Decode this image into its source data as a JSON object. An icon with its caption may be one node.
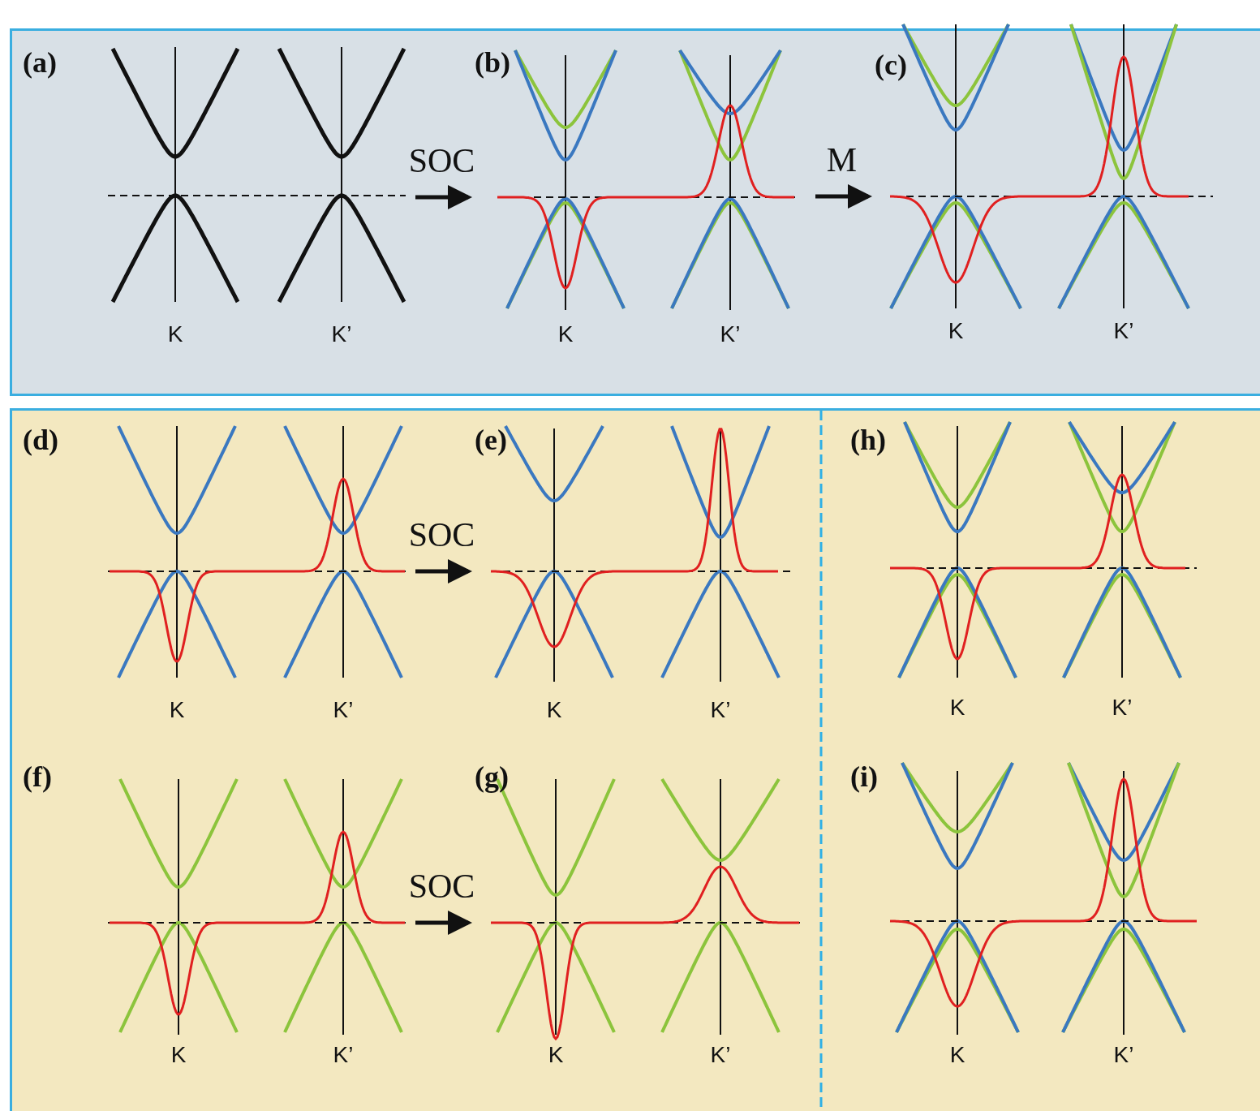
{
  "diagram": {
    "nodes": [
      {
        "text": [
          "(a)",
          "K",
          "K’"
        ]
      },
      {
        "text": [
          "(b)",
          "K",
          "K’"
        ]
      },
      {
        "text": [
          "(c)",
          "K",
          "K’"
        ]
      },
      {
        "text": [
          "(d)",
          "K",
          "K’"
        ]
      },
      {
        "text": [
          "(e)",
          "K",
          "K’"
        ]
      },
      {
        "text": [
          "(h)",
          "K",
          "K’"
        ]
      },
      {
        "text": [
          "(f)",
          "K",
          "K’"
        ]
      },
      {
        "text": [
          "(g)",
          "K",
          "K’"
        ]
      },
      {
        "text": [
          "(i)",
          "K",
          "K’"
        ]
      }
    ],
    "edges": [
      {
        "from": 0,
        "to": 1,
        "arrow": "to",
        "label": "SOC"
      },
      {
        "from": 1,
        "to": 2,
        "arrow": "to",
        "label": "M"
      },
      {
        "from": 3,
        "to": 4,
        "arrow": "to",
        "label": "SOC"
      },
      {
        "from": 6,
        "to": 7,
        "arrow": "to",
        "label": "SOC"
      }
    ]
  }
}
